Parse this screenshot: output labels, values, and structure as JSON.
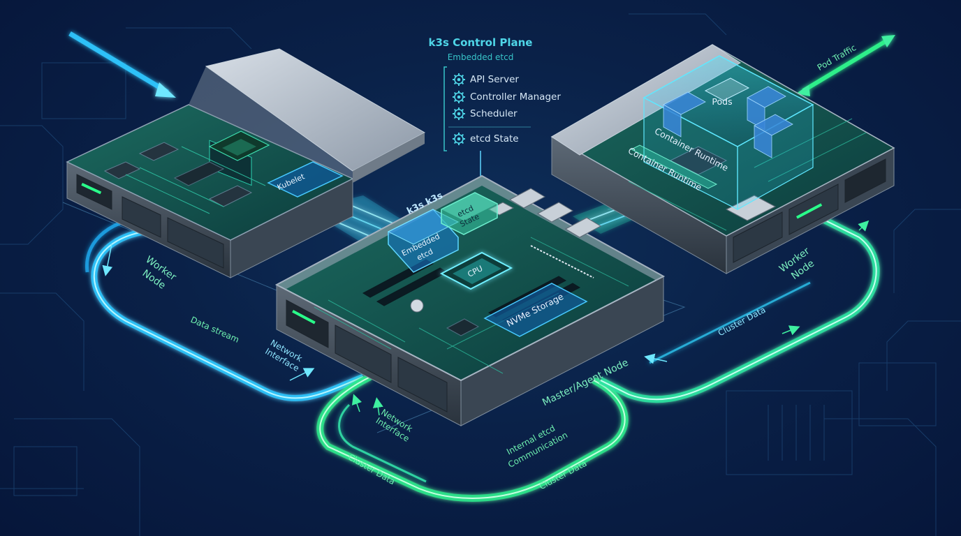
{
  "control_plane": {
    "title": "k3s Control Plane",
    "subtitle": "Embedded etcd",
    "items": [
      "API Server",
      "Controller Manager",
      "Scheduler"
    ],
    "etcd_state": "etcd State"
  },
  "left_node": {
    "kubelet": "Kubelet",
    "label_line1": "Worker",
    "label_line2": "Node",
    "data_stream": "Data stream",
    "network_line1": "Network",
    "network_line2": "Interface"
  },
  "center_node": {
    "k3s_tag": "k3s k3s",
    "embedded_line1": "Embedded",
    "embedded_line2": "etcd",
    "etcd_line1": "etcd",
    "etcd_line2": "State",
    "cpu": "CPU",
    "nvme": "NVMe Storage",
    "label": "Master/Agent Node",
    "network_line1": "Network",
    "network_line2": "Interface",
    "internal_line1": "Internal etcd",
    "internal_line2": "Communication"
  },
  "right_node": {
    "pods": "Pods",
    "container_runtime_1": "Container Runtime",
    "container_runtime_2": "Container Runtime",
    "label_line1": "Worker",
    "label_line2": "Node",
    "pod_traffic": "Pod Traffic"
  },
  "flows": {
    "cluster_data_right": "Cluster Data",
    "cluster_data_bottom_left": "Cluster Data",
    "cluster_data_bottom_right": "Cluster Data"
  },
  "colors": {
    "cyan": "#2fd8ff",
    "green": "#2ff09a",
    "board": "#0f4a46",
    "chassis": "#a9b6c4"
  }
}
